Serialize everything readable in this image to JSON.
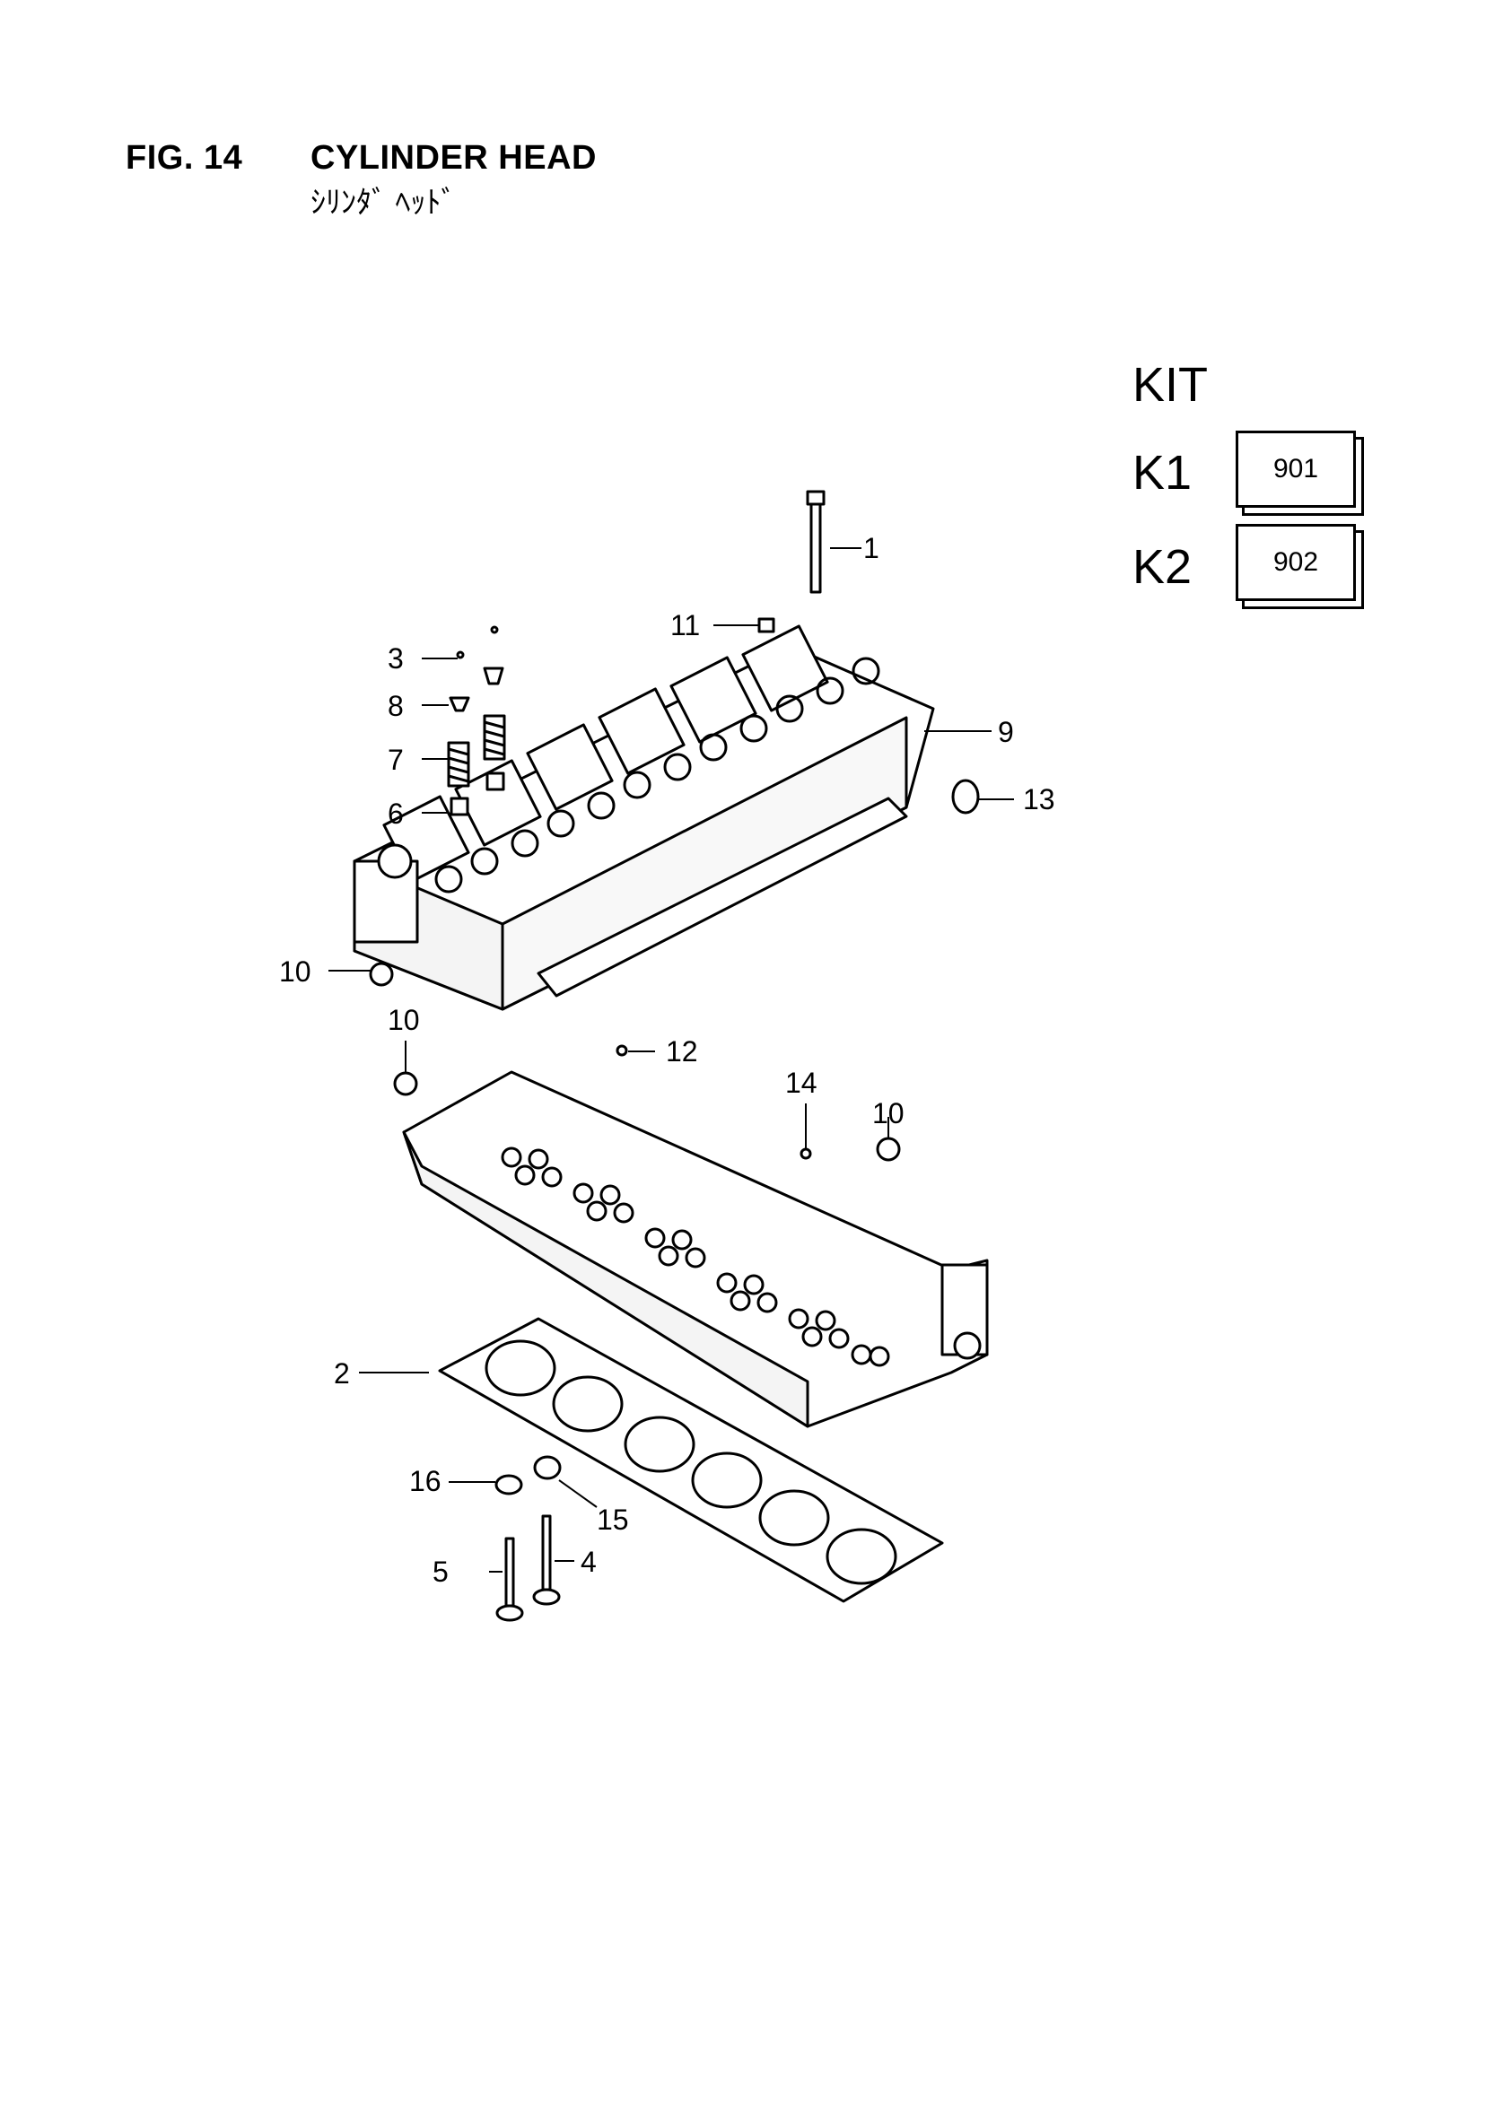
{
  "header": {
    "fig_number": "FIG. 14",
    "title": "CYLINDER HEAD",
    "subtitle": "ｼﾘﾝﾀﾞ ﾍｯﾄﾞ"
  },
  "kit": {
    "title": "KIT",
    "items": [
      {
        "label": "K1",
        "code": "901"
      },
      {
        "label": "K2",
        "code": "902"
      }
    ]
  },
  "callouts": {
    "c1": "1",
    "c2": "2",
    "c3": "3",
    "c4": "4",
    "c5": "5",
    "c6": "6",
    "c7": "7",
    "c8": "8",
    "c9": "9",
    "c10a": "10",
    "c10b": "10",
    "c10c": "10",
    "c11": "11",
    "c12": "12",
    "c13": "13",
    "c14": "14",
    "c15": "15",
    "c16": "16"
  }
}
